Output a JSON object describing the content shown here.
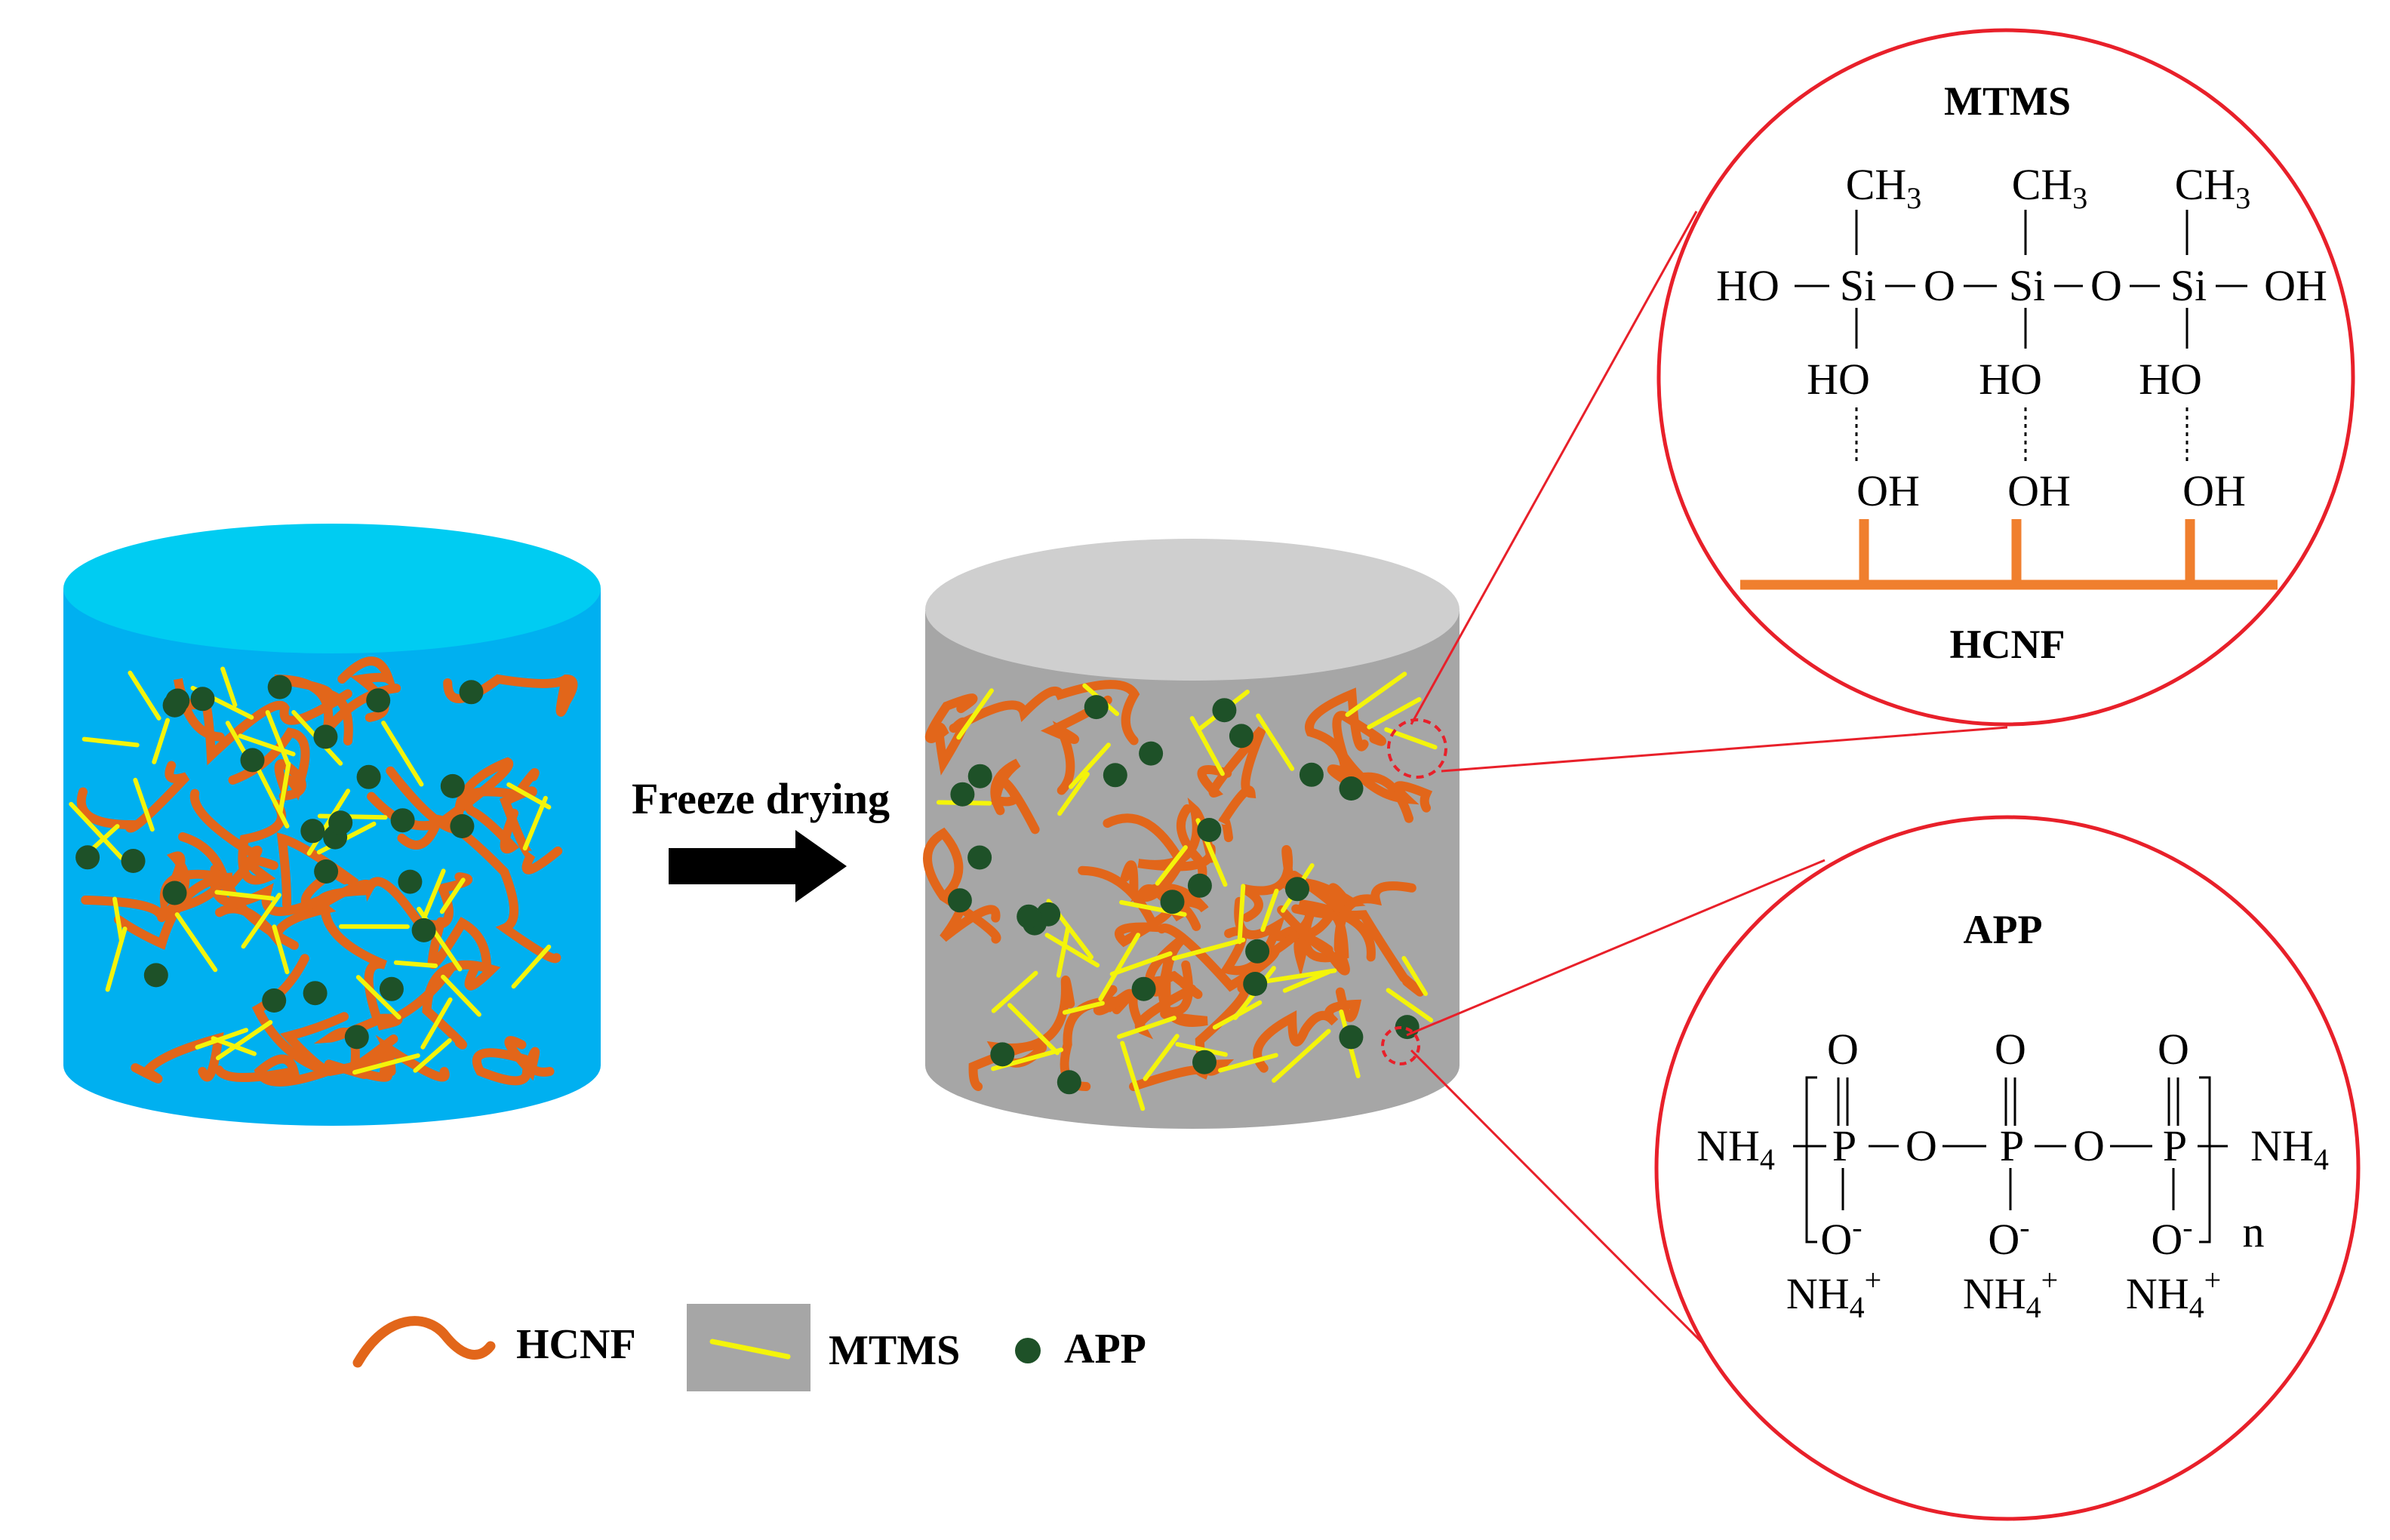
{
  "process": {
    "arrow_label": "Freeze drying"
  },
  "legend": {
    "hcnf_label": "HCNF",
    "mtms_label": "MTMS",
    "app_label": "APP"
  },
  "mtms_zoom": {
    "title": "MTMS",
    "ch3": [
      "CH3",
      "CH3",
      "CH3"
    ],
    "backbone": [
      "HO",
      "Si",
      "O",
      "Si",
      "O",
      "Si",
      "OH"
    ],
    "ho_row": [
      "HO",
      "HO",
      "HO"
    ],
    "oh_row": [
      "OH",
      "OH",
      "OH"
    ],
    "substrate_label": "HCNF"
  },
  "app_zoom": {
    "title": "APP",
    "top_o": [
      "O",
      "O",
      "O"
    ],
    "chain": [
      "NH4",
      "P",
      "O",
      "P",
      "O",
      "P",
      "NH4"
    ],
    "bottom_o": [
      "O-",
      "O-",
      "O-"
    ],
    "repeat_n": "n",
    "ammonium": [
      "NH4+",
      "NH4+",
      "NH4+"
    ]
  },
  "colors": {
    "fiber": "#e2661a",
    "mtms_rod": "#f4f40a",
    "app_particle": "#1e5128",
    "wet_gel_side": "#00b0f0",
    "wet_gel_top": "#00ccf2",
    "aerogel_side": "#a6a6a6",
    "aerogel_top": "#cfcfcf",
    "zoom_circle": "#e8202a",
    "substrate_bar": "#f07f2e"
  }
}
